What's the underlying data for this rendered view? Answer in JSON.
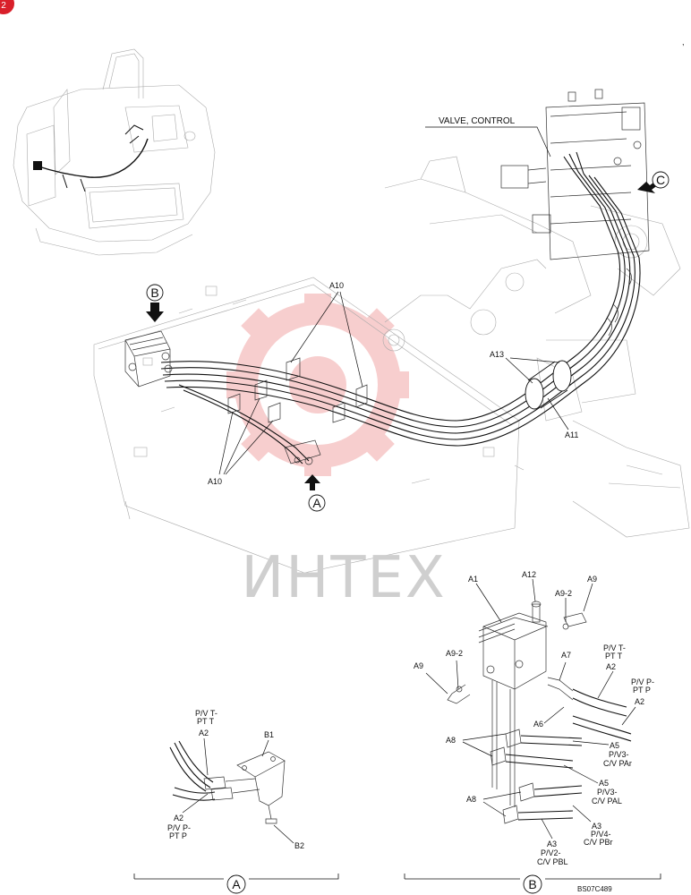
{
  "labels": {
    "valve_control": "VALVE, CONTROL",
    "callout_b_top": "B",
    "callout_a_top": "A",
    "callout_c": "C",
    "a10_top": "A10",
    "a10_bottom": "A10",
    "a13": "A13",
    "a11": "A11",
    "a1": "A1",
    "a12": "A12",
    "a9_2_top": "A9-2",
    "a9_top": "A9",
    "pv_t_right_1": "P/V T-",
    "pv_t_right_2": "PT T",
    "a7": "A7",
    "a2_right_1": "A2",
    "pv_p_right_1": "P/V P-",
    "pv_p_right_2": "PT P",
    "a2_right_2": "A2",
    "a9_left": "A9",
    "a9_2_left": "A9-2",
    "a6": "A6",
    "a8_1": "A8",
    "a5_1": "A5",
    "pv3_pvar_1": "P/V3-",
    "pv3_pvar_2": "C/V PAr",
    "a5_2": "A5",
    "pv3_pval_1": "P/V3-",
    "pv3_pval_2": "C/V PAL",
    "a8_2": "A8",
    "a3_1": "A3",
    "pv4_pvbr_1": "P/V4-",
    "pv4_pvbr_2": "C/V PBr",
    "a3_2": "A3",
    "pv2_pvbl_1": "P/V2-",
    "pv2_pvbl_2": "C/V PBL",
    "pv_t_left_1": "P/V T-",
    "pv_t_left_2": "PT T",
    "a2_left_1": "A2",
    "b1": "B1",
    "a2_left_2": "A2",
    "pv_p_left_1": "P/V P-",
    "pv_p_left_2": "PT P",
    "b2": "B2",
    "section_a": "A",
    "section_b": "B",
    "drawing_code": "BS07C489",
    "page_badge": "2",
    "watermark": "ИНТЕХ"
  },
  "colors": {
    "watermark_logo": "#f2a7a7",
    "badge": "#d9202a"
  }
}
